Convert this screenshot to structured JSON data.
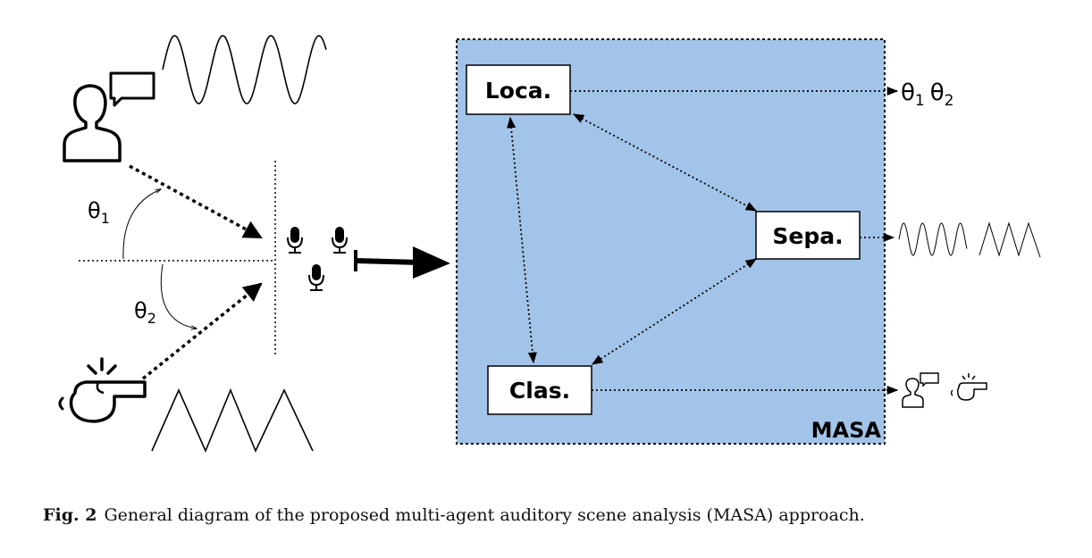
{
  "diagram": {
    "modules": {
      "localization": "Loca.",
      "separation": "Sepa.",
      "classification": "Clas."
    },
    "system_label": "MASA",
    "angle_labels": {
      "theta1": "θ",
      "theta1_sub": "1",
      "theta2": "θ",
      "theta2_sub": "2"
    },
    "outputs": {
      "localization": {
        "t1": "θ",
        "s1": "1",
        "t2": "θ",
        "s2": "2"
      }
    },
    "colors": {
      "panel": "#a3c4e9",
      "box": "#ffffff",
      "stroke": "#000000"
    },
    "icons": {
      "speaker": "person-speaking-icon",
      "whistle": "whistle-icon",
      "microphone": "microphone-icon"
    }
  },
  "caption": {
    "label": "Fig. 2",
    "text": "General diagram of the proposed multi-agent auditory scene analysis (MASA) approach."
  }
}
